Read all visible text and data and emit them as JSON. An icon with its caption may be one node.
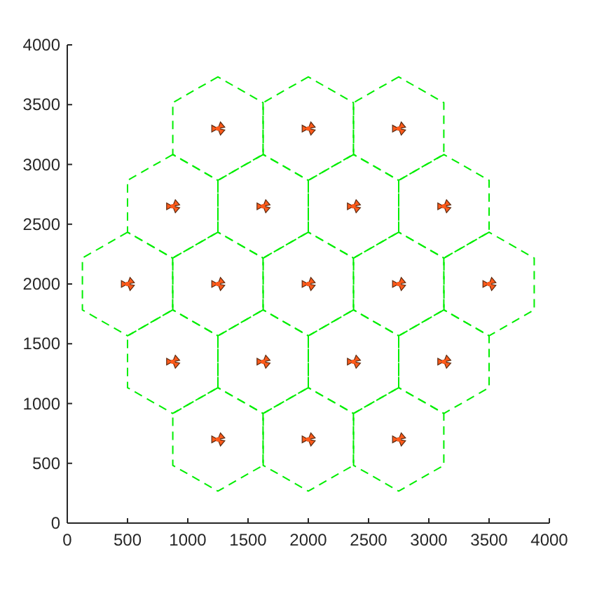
{
  "diagram": {
    "chart_data": {
      "type": "scatter",
      "x": [
        1250,
        2000,
        2750,
        875,
        1625,
        2375,
        3125,
        500,
        1250,
        2000,
        2750,
        3500,
        875,
        1625,
        2375,
        3125,
        1250,
        2000,
        2750
      ],
      "series": [
        {
          "color": "#ff5a1a",
          "values": [
            3300,
            3300,
            3300,
            2650,
            2650,
            2650,
            2650,
            2000,
            2000,
            2000,
            2000,
            2000,
            1350,
            1350,
            1350,
            1350,
            700,
            700,
            700
          ]
        }
      ],
      "xlim": [
        0,
        4000
      ],
      "ylim": [
        0,
        4000
      ],
      "xticks": [
        0,
        500,
        1000,
        1500,
        2000,
        2500,
        3000,
        3500,
        4000
      ],
      "yticks": [
        0,
        500,
        1000,
        1500,
        2000,
        2500,
        3000,
        3500,
        4000
      ]
    }
  }
}
